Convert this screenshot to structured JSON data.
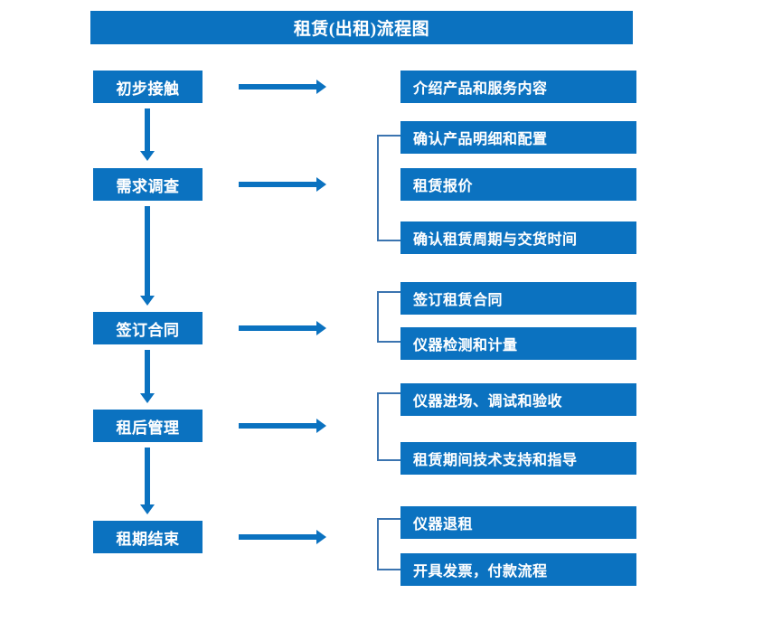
{
  "diagram": {
    "title": "租赁(出租)流程图",
    "accent_color": "#0B72C0",
    "bracket_color": "#3B74B0",
    "text_color": "#FFFFFF",
    "background_color": "#FFFFFF"
  },
  "stages": [
    {
      "label": "初步接触"
    },
    {
      "label": "需求调查"
    },
    {
      "label": "签订合同"
    },
    {
      "label": "租后管理"
    },
    {
      "label": "租期结束"
    }
  ],
  "details": [
    {
      "label": "介绍产品和服务内容"
    },
    {
      "label": "确认产品明细和配置"
    },
    {
      "label": "租赁报价"
    },
    {
      "label": "确认租赁周期与交货时间"
    },
    {
      "label": "签订租赁合同"
    },
    {
      "label": "仪器检测和计量"
    },
    {
      "label": "仪器进场、调试和验收"
    },
    {
      "label": "租赁期间技术支持和指导"
    },
    {
      "label": "仪器退租"
    },
    {
      "label": "开具发票，付款流程"
    }
  ]
}
